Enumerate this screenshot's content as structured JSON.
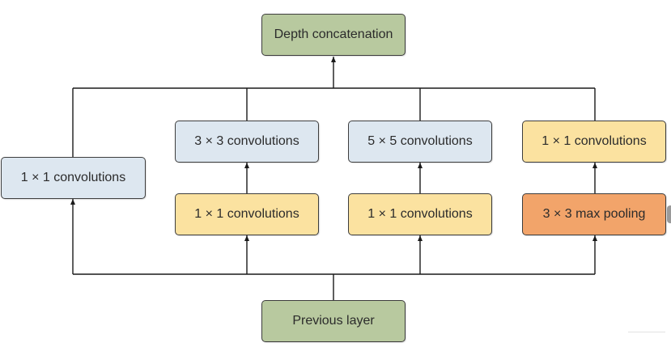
{
  "diagram": {
    "output_node": "Depth concatenation",
    "input_node": "Previous layer",
    "branch1": {
      "conv": "1 × 1 convolutions"
    },
    "branch2": {
      "reduce": "1 × 1 convolutions",
      "conv": "3 × 3 convolutions"
    },
    "branch3": {
      "reduce": "1 × 1 convolutions",
      "conv": "5 × 5 convolutions"
    },
    "branch4": {
      "pool": "3 × 3 max pooling",
      "conv": "1 × 1 convolutions"
    }
  },
  "colors": {
    "green": "#b8c99f",
    "blue": "#dde7f0",
    "yellow": "#fbe2a0",
    "orange": "#f2a46a",
    "line": "#1a1a1a"
  }
}
